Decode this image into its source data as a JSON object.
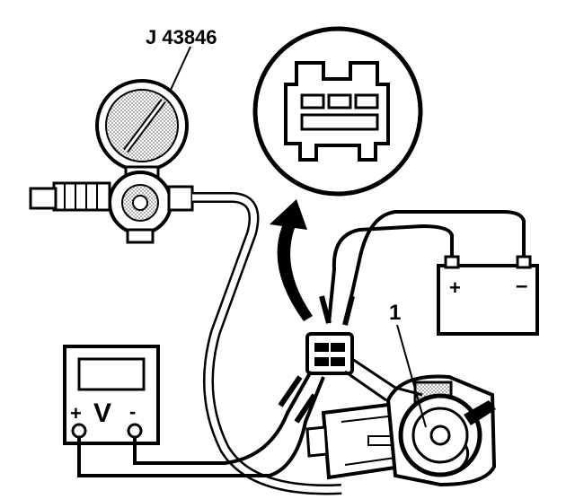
{
  "labels": {
    "tool_id": "J 43846",
    "callout": "1",
    "meter_symbol": "V",
    "meter_plus": "+",
    "meter_minus": "-",
    "battery_plus": "+",
    "battery_minus": "–"
  },
  "colors": {
    "ink": "#000000",
    "paper": "#ffffff",
    "shade": "#bdbdbd",
    "dark_shade": "#7a7a7a"
  },
  "icons": [
    "pressure-gauge-icon",
    "connector-detail-icon",
    "voltmeter-icon",
    "battery-icon",
    "compressor-icon",
    "arrow-icon"
  ]
}
